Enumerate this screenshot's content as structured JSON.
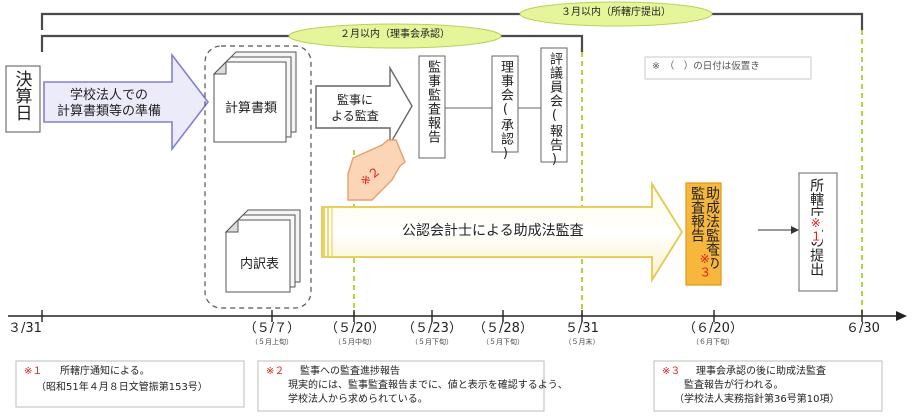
{
  "bands": {
    "march": "３月以内（所轄庁提出）",
    "feb": "２月以内（理事会承認）",
    "provisional_note": "※　（　）の日付は仮置き"
  },
  "steps": {
    "kessan": "決算日",
    "prep": [
      "学校法人での",
      "計算書類等の準備"
    ],
    "keisan": "計算書類",
    "uchiwake": "内訳表",
    "kansa": [
      "監事に",
      "よる監査"
    ],
    "kansa_report": "監事監査報告",
    "board": "理事会(承認)",
    "council": "評議員会(報告)",
    "cpa_audit": "公認会計士による助成法監査",
    "cpa_report": "助成法監査の監査報告",
    "cpa_report_ref": "※３",
    "submit": "所轄庁への提出",
    "submit_ref": "※１",
    "arrow_ref": "※２"
  },
  "timeline": {
    "ticks": [
      {
        "main": "３/31",
        "sub": ""
      },
      {
        "main": "（５/７）",
        "sub": "（５月上旬）"
      },
      {
        "main": "（５/20）",
        "sub": "（５月中旬）"
      },
      {
        "main": "（５/23）",
        "sub": "（５月下旬）"
      },
      {
        "main": "（５/28）",
        "sub": "（５月下旬）"
      },
      {
        "main": "５/31",
        "sub": "（５月末）"
      },
      {
        "main": "（６/20）",
        "sub": "（６月下旬）"
      },
      {
        "main": "６/30",
        "sub": ""
      }
    ]
  },
  "notes": [
    {
      "mark": "※１",
      "lines": [
        "所轄庁通知による。",
        "（昭和51年４月８日文管振第153号）"
      ]
    },
    {
      "mark": "※２",
      "lines": [
        "監事への監査進捗報告",
        "現実的には、監事監査報告までに、値と表示を確認するよう、",
        "学校法人から求められている。"
      ]
    },
    {
      "mark": "※３",
      "lines": [
        "理事会承認の後に助成法監査",
        "監査報告が行われる。",
        "（学校法人実務指針第36号第10項）"
      ]
    }
  ],
  "colors": {
    "bracket": "#4a4a4a",
    "band_fill": "#e5f59a",
    "band_stroke": "#bcd05a",
    "dashed_guide": "#a8d12a",
    "purple_arrow": "#8080d8",
    "purple_fill": "#ecebfa",
    "orange_fill": "#f6b73c",
    "orange_stroke": "#e09a1a",
    "pink_arrow": "#fbd5b5",
    "pink_stroke": "#e6a06a",
    "asterisk_red": "#e01b1b",
    "axis": "#222222"
  }
}
